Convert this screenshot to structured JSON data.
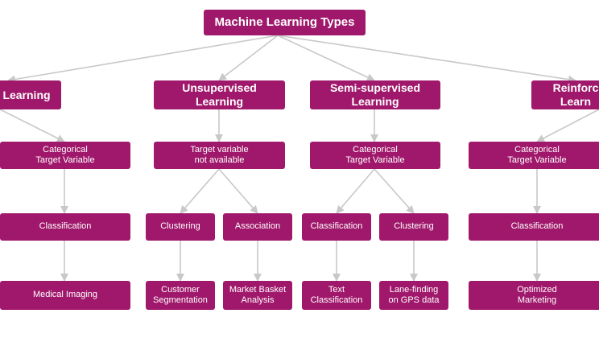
{
  "title": "Machine Learning Types",
  "colors": {
    "box": "#a0186b",
    "text": "#ffffff",
    "arrow": "#c8c8c8"
  },
  "categories": [
    {
      "label": "Learning",
      "condition": "Categorical\nTarget Variable",
      "tasks": [
        {
          "label": "Classification",
          "example": "Medical Imaging"
        }
      ]
    },
    {
      "label": "Unsupervised\nLearning",
      "condition": "Target variable\nnot available",
      "tasks": [
        {
          "label": "Clustering",
          "example": "Customer\nSegmentation"
        },
        {
          "label": "Association",
          "example": "Market Basket\nAnalysis"
        }
      ]
    },
    {
      "label": "Semi-supervised\nLearning",
      "condition": "Categorical\nTarget Variable",
      "tasks": [
        {
          "label": "Classification",
          "example": "Text\nClassification"
        },
        {
          "label": "Clustering",
          "example": "Lane-finding\non GPS data"
        }
      ]
    },
    {
      "label": "Reinforc\nLearn",
      "condition": "Categorical\nTarget Variable",
      "tasks": [
        {
          "label": "Classification",
          "example": "Optimized\nMarketing"
        }
      ]
    }
  ]
}
